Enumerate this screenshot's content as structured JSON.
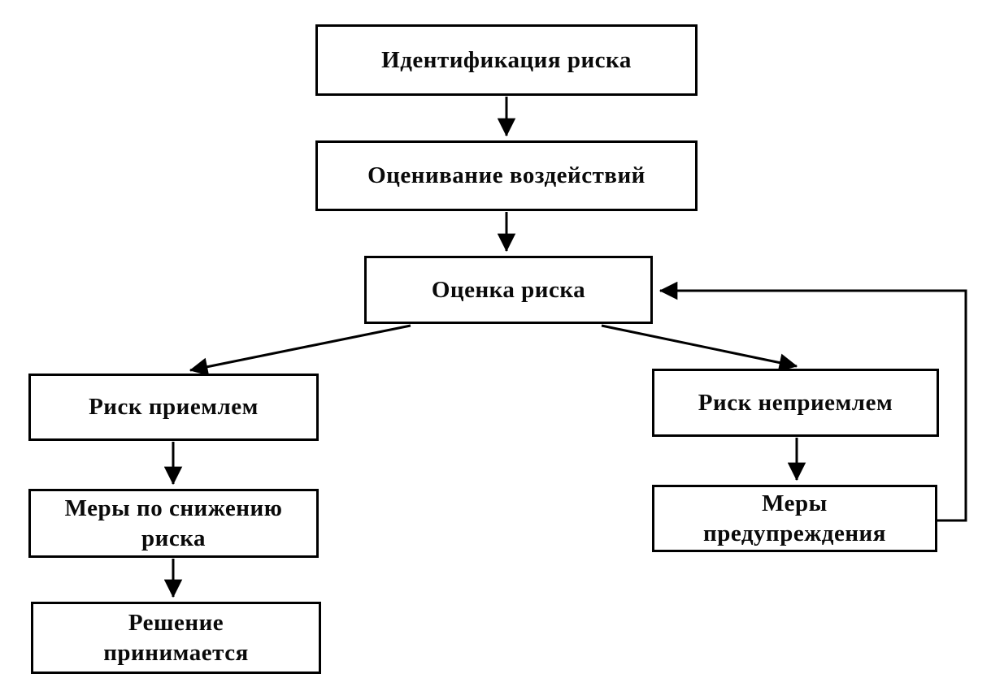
{
  "diagram": {
    "type": "flowchart",
    "language": "ru",
    "nodes": {
      "identification": {
        "label": "Идентификация риска"
      },
      "impact_assessment": {
        "label": "Оценивание воздействий"
      },
      "risk_evaluation": {
        "label": "Оценка риска"
      },
      "risk_acceptable": {
        "label": "Риск приемлем"
      },
      "risk_reduction": {
        "label": "Меры по снижению\nриска"
      },
      "decision": {
        "label": "Решение\nпринимается"
      },
      "risk_unacceptable": {
        "label": "Риск неприемлем"
      },
      "prevention": {
        "label": "Меры\nпредупреждения"
      }
    },
    "edges": [
      {
        "from": "identification",
        "to": "impact_assessment"
      },
      {
        "from": "impact_assessment",
        "to": "risk_evaluation"
      },
      {
        "from": "risk_evaluation",
        "to": "risk_acceptable"
      },
      {
        "from": "risk_evaluation",
        "to": "risk_unacceptable"
      },
      {
        "from": "risk_acceptable",
        "to": "risk_reduction"
      },
      {
        "from": "risk_reduction",
        "to": "decision"
      },
      {
        "from": "risk_unacceptable",
        "to": "prevention"
      },
      {
        "from": "prevention",
        "to": "risk_evaluation",
        "note": "feedback-loop"
      }
    ],
    "colors": {
      "background": "#ffffff",
      "node_fill": "#ffffff",
      "node_border": "#000000",
      "edge": "#000000"
    }
  }
}
